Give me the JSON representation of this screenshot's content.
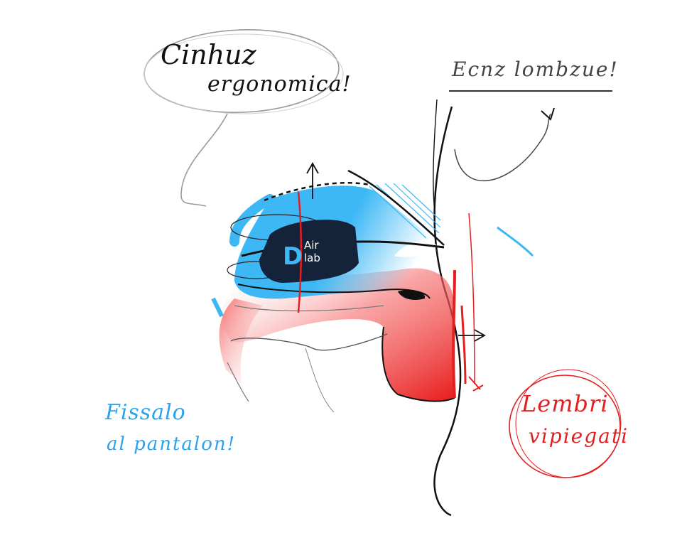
{
  "annotations": {
    "top_left_line1": "Cinhuz",
    "top_left_line2": "ergonomica!",
    "top_right": "Ecnz lombzue!",
    "blue_line1": "Fissalo",
    "blue_line2": "al pantalon!",
    "red_line1": "Lembri",
    "red_line2": "vipiegati"
  },
  "logo": {
    "letter": "D",
    "line1": "Air",
    "line2": "lab"
  },
  "colors": {
    "blue": "#3db8f5",
    "red": "#f03535",
    "navy": "#14233a",
    "ink": "#111111"
  }
}
